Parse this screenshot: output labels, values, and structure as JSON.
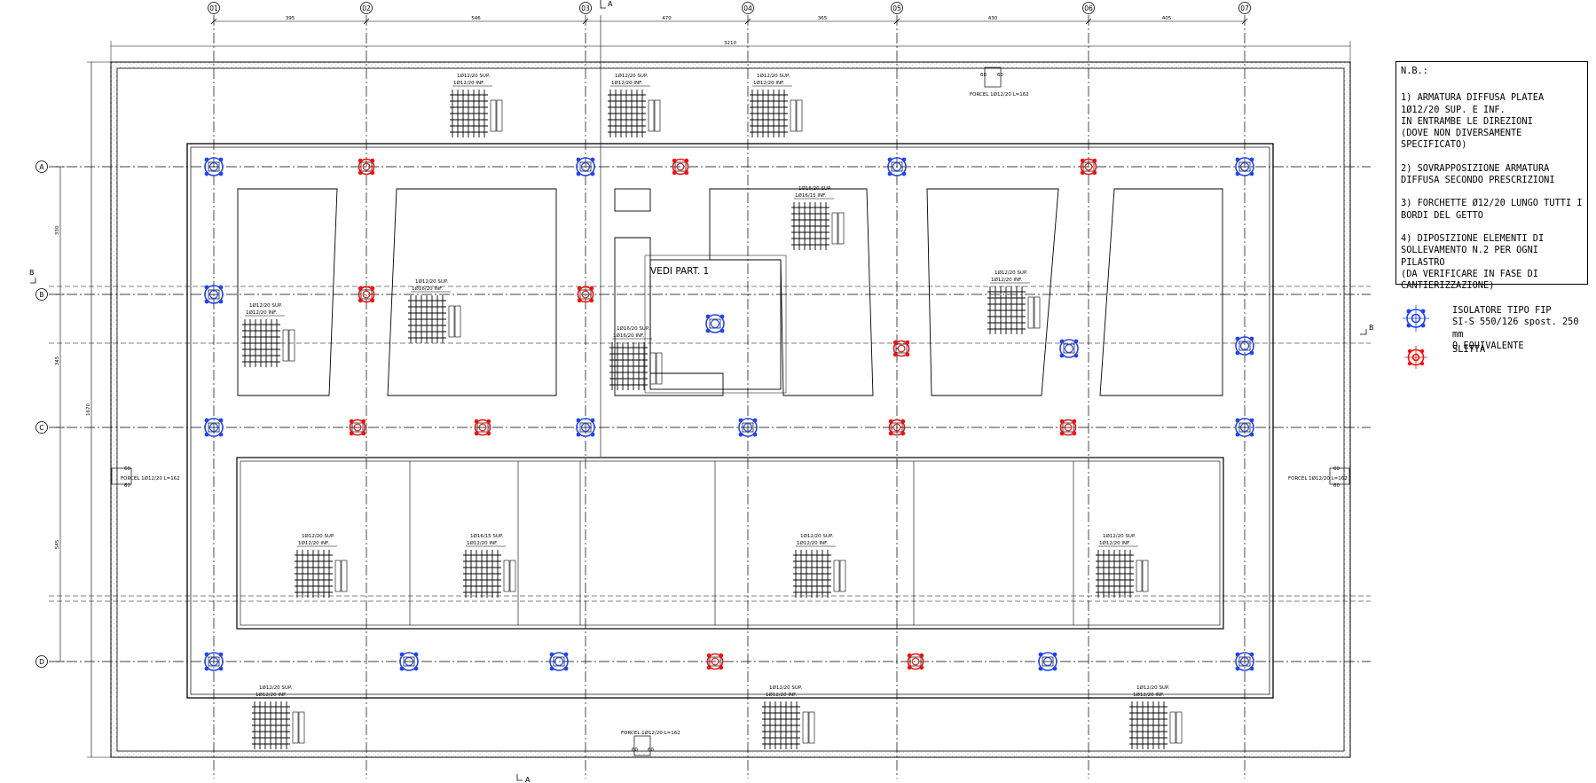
{
  "grid": {
    "columns": [
      "01",
      "02",
      "03",
      "04",
      "05",
      "06",
      "07"
    ],
    "rows": [
      "A",
      "B",
      "C",
      "D"
    ]
  },
  "dimensions": {
    "spans": [
      "395",
      "546",
      "470",
      "365",
      "430",
      "405"
    ],
    "overall_width": "3210",
    "row_spans": [
      "330",
      "345",
      "545"
    ],
    "overall_height": "1670"
  },
  "section_marks": {
    "top": "A",
    "bottom": "A",
    "left": "B",
    "right": "B"
  },
  "labels": {
    "vedi_part": "VEDI PART. 1",
    "forcel_top": "FORCEL 1Ø12/20 L=162",
    "forcel_left": "FORCEL 1Ø12/20 L=162",
    "forcel_right": "FORCEL 1Ø12/20 L=162",
    "forcel_bottom": "FORCEL 1Ø12/20 L=162",
    "dim_60": "60"
  },
  "rebar_tags": [
    {
      "sup": "1Ø12/20 SUP.",
      "inf": "1Ø12/20 INF."
    },
    {
      "sup": "1Ø12/20 SUP.",
      "inf": "1Ø12/20 INF."
    },
    {
      "sup": "1Ø12/20 SUP.",
      "inf": "1Ø12/20 INF."
    },
    {
      "sup": "1Ø16/20 SUP.",
      "inf": "1Ø16/15 INF."
    },
    {
      "sup": "1Ø12/20 SUP.",
      "inf": "1Ø16/20 INF."
    },
    {
      "sup": "1Ø12/20 SUP.",
      "inf": "1Ø12/20 INF."
    },
    {
      "sup": "1Ø12/20 SUP.",
      "inf": "1Ø12/20 INF."
    },
    {
      "sup": "1Ø16/20 SUP.",
      "inf": "1Ø16/20 INF."
    },
    {
      "sup": "1Ø12/20 SUP.",
      "inf": "1Ø12/20 INF."
    },
    {
      "sup": "1Ø16/15 SUP.",
      "inf": "1Ø12/20 INF."
    },
    {
      "sup": "1Ø12/20 SUP.",
      "inf": "1Ø12/20 INF."
    },
    {
      "sup": "1Ø12/20 SUP.",
      "inf": "1Ø12/20 INF."
    },
    {
      "sup": "1Ø12/20 SUP.",
      "inf": "1Ø12/20 INF."
    },
    {
      "sup": "1Ø12/20 SUP.",
      "inf": "1Ø12/20 INF."
    },
    {
      "sup": "1Ø12/20 SUP.",
      "inf": "1Ø12/20 INF."
    }
  ],
  "notes": {
    "title": "N.B.:",
    "items": [
      "1) ARMATURA DIFFUSA PLATEA\n1Ø12/20 SUP. E INF.\nIN ENTRAMBE LE DIREZIONI\n(DOVE NON DIVERSAMENTE SPECIFICATO)",
      "2) SOVRAPPOSIZIONE ARMATURA\nDIFFUSA SECONDO PRESCRIZIONI",
      "3) FORCHETTE Ø12/20 LUNGO TUTTI I\nBORDI DEL GETTO",
      "4) DIPOSIZIONE ELEMENTI DI\nSOLLEVAMENTO N.2 PER OGNI PILASTRO\n(DA VERIFICARE IN FASE DI\nCANTIERIZZAZIONE)"
    ]
  },
  "legend": {
    "isolator": "ISOLATORE TIPO FIP\nSI-S 550/126 spost. 250 mm\nO EQUIVALENTE",
    "slider": "SLITTA"
  },
  "colors": {
    "isolator": "#2244ee",
    "slider": "#ee1111",
    "line": "#000000"
  }
}
